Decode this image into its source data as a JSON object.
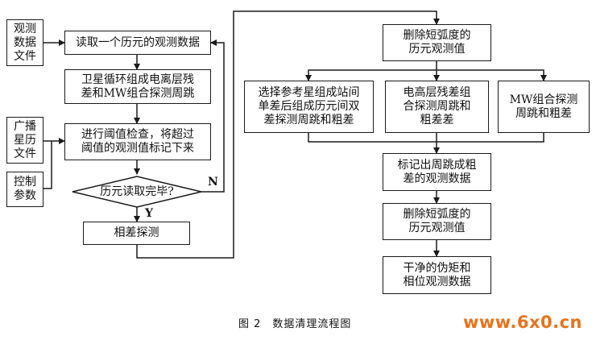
{
  "nodes": {
    "obs_file": "观测\n数据\n文件",
    "read_epoch": "读取一个历元的观测数据",
    "combo": "卫星循环组成电离层残\n差和MW组合探测周跳",
    "nav_file": "广播\n星历\n文件",
    "threshold": "进行阈值检查，将超过\n阈值的观测值标记下来",
    "control": "控制\n参数",
    "decision": "历元读取完毕?",
    "phase_diff": "相差探测",
    "del_short_1": "删除短弧度的\n历元观测值",
    "ref_sat": "选择参考星组成站间\n单差后组成历元间双\n差探测周跳和粗差",
    "elev": "电高层残差组\n合探测周跳和\n粗差差",
    "mw": "MW组合探测\n周跳和粗差",
    "mark": "标记出周跳成粗\n差的观测数据",
    "del_short_2": "删除短弧度的\n历元观测值",
    "clean": "干净的伪矩和\n相位观测数据"
  },
  "edge_labels": {
    "no": "N",
    "yes": "Y"
  },
  "caption": "图 2　数据清理流程图",
  "watermark": "www.6x0.cn",
  "colors": {
    "stroke": "#1a1a1a",
    "watermark": "#e8731c"
  }
}
